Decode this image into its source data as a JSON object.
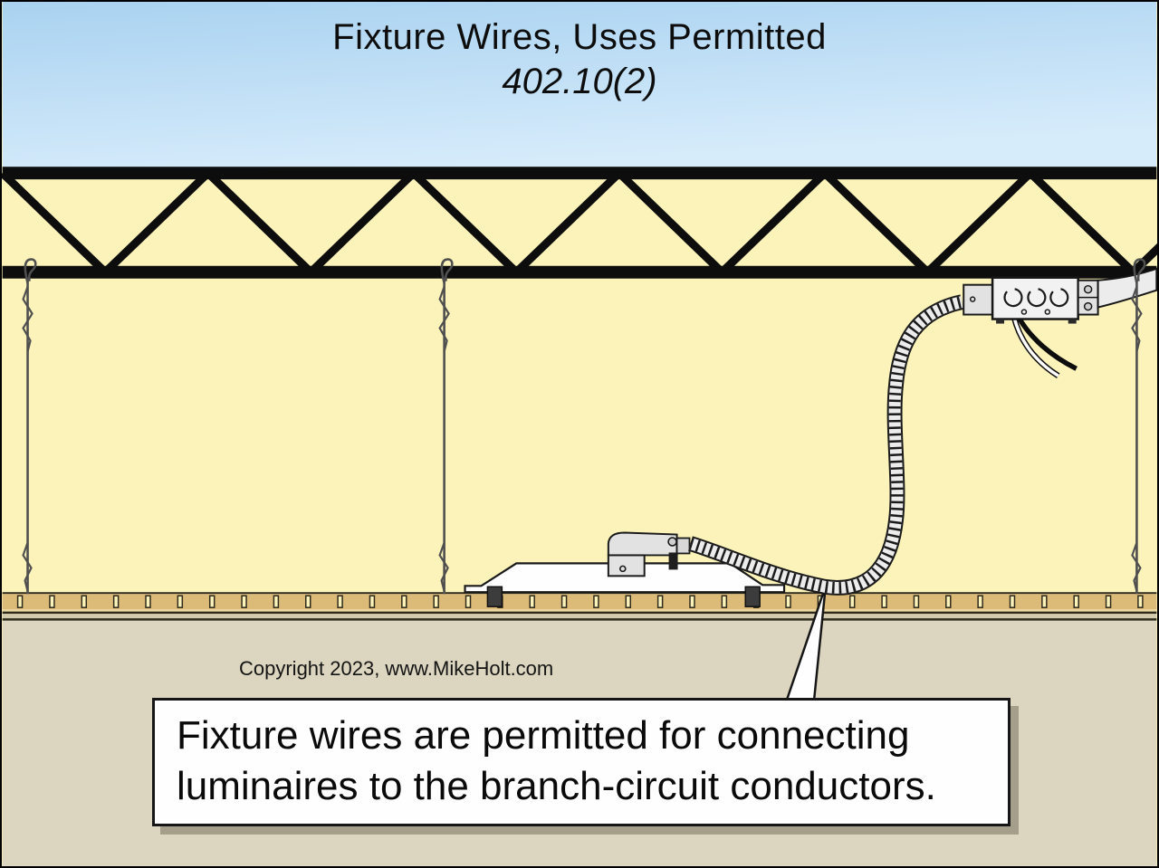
{
  "title": {
    "line1": "Fixture Wires, Uses Permitted",
    "line2": "402.10(2)"
  },
  "copyright": "Copyright 2023, www.MikeHolt.com",
  "callout": {
    "line1": "Fixture wires are permitted for connecting",
    "line2": "luminaires to the branch-circuit conductors."
  },
  "colors": {
    "sky_top": "#A9D2F0",
    "sky_bottom": "#D7ECFB",
    "background_yellow": "#FBF3BA",
    "grid_tan": "#DCBA78",
    "grid_dark_line": "#2E2A1C",
    "grid_light_line": "#EFD9A0",
    "grid_mid_line": "#D3CBAE",
    "lower_wall": "#DCD5BF",
    "outline_black": "#161616",
    "metal_light": "#ECECEC",
    "metal_mid": "#E2E2E2",
    "wire_gray": "#4F4F4F",
    "shadow_gray": "#A49E8A",
    "callout_bg": "#FEFEFE"
  },
  "diagram": {
    "elements": [
      "bar-joist-truss",
      "suspended-ceiling-hanger-wires",
      "branch-circuit-junction-box",
      "flexible-metal-conduit",
      "emt-raceway",
      "branch-circuit-conductors",
      "recessed-luminaire",
      "suspended-ceiling-grid",
      "callout-pointer"
    ]
  }
}
